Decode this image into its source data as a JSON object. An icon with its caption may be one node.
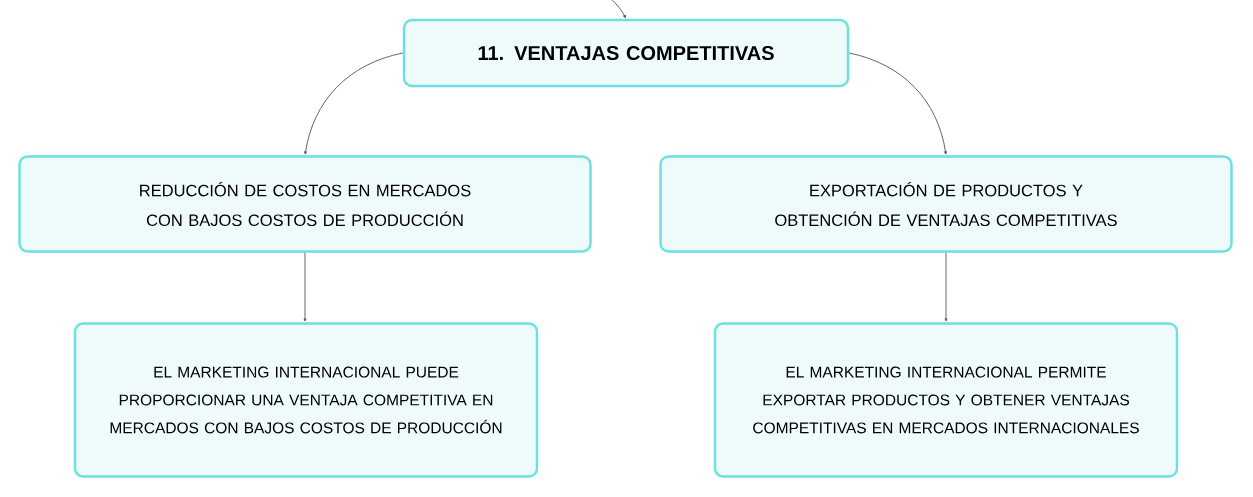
{
  "diagram": {
    "nodes": [
      {
        "text": [
          "11. VENTAJAS COMPETITIVAS"
        ]
      },
      {
        "text": [
          "REDUCCIÓN DE COSTOS EN MERCADOS CON BAJOS COSTOS DE PRODUCCIÓN"
        ]
      },
      {
        "text": [
          "EXPORTACIÓN DE PRODUCTOS Y OBTENCIÓN DE VENTAJAS COMPETITIVAS"
        ]
      },
      {
        "text": [
          "EL MARKETING INTERNACIONAL PUEDE PROPORCIONAR UNA VENTAJA COMPETITIVA EN MERCADOS CON BAJOS COSTOS DE PRODUCCIÓN"
        ]
      },
      {
        "text": [
          "EL MARKETING INTERNACIONAL PERMITE EXPORTAR PRODUCTOS Y OBTENER VENTAJAS COMPETITIVAS EN MERCADOS INTERNACIONALES"
        ]
      }
    ],
    "edges": [
      {
        "from": null,
        "to": 0,
        "arrow": "to"
      },
      {
        "from": 0,
        "to": 1,
        "arrow": "to"
      },
      {
        "from": 0,
        "to": 2,
        "arrow": "to"
      },
      {
        "from": 1,
        "to": 3,
        "arrow": "to"
      },
      {
        "from": 2,
        "to": 4,
        "arrow": "to"
      }
    ]
  }
}
